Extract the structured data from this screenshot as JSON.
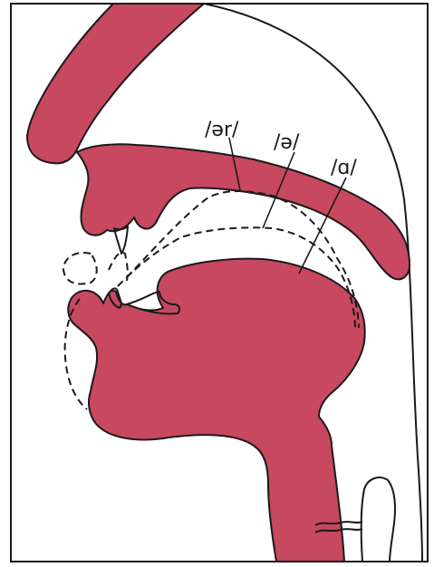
{
  "colors": {
    "tissue": "#c7485f",
    "outline": "#1a1a1a",
    "background": "#ffffff"
  },
  "labels": {
    "er": "/ər/",
    "schwa": "/ə/",
    "a": "/ɑ/"
  }
}
